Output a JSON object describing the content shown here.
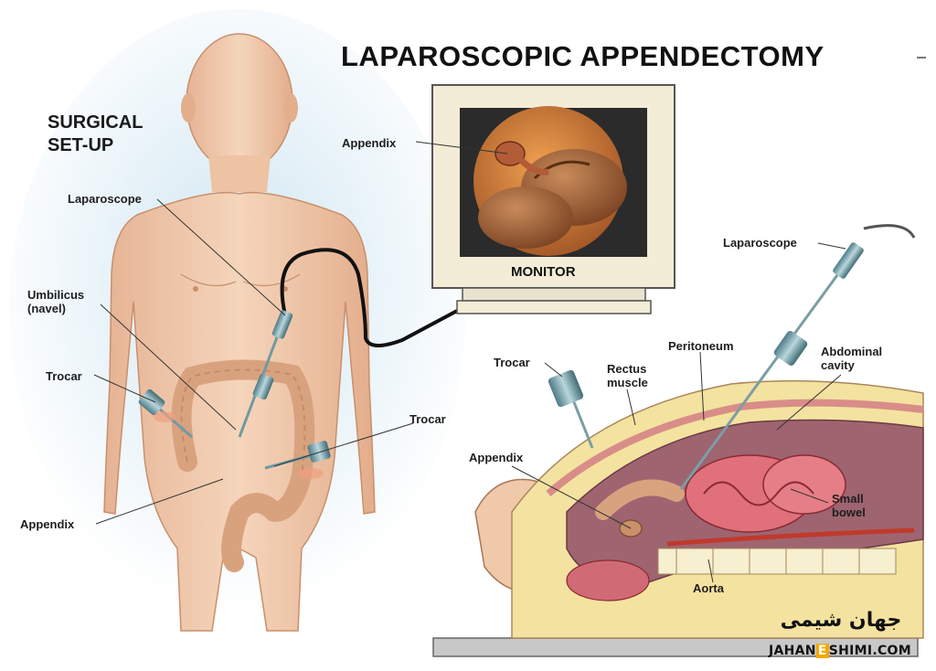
{
  "title": "LAPAROSCOPIC APPENDECTOMY",
  "subtitle": "SURGICAL\nSET-UP",
  "monitor": {
    "label": "MONITOR",
    "appendix_label": "Appendix"
  },
  "body_view": {
    "laparoscope": "Laparoscope",
    "umbilicus": "Umbilicus\n(navel)",
    "trocar_left": "Trocar",
    "trocar_right": "Trocar",
    "appendix": "Appendix"
  },
  "section_view": {
    "laparoscope": "Laparoscope",
    "trocar": "Trocar",
    "rectus": "Rectus\nmuscle",
    "peritoneum": "Peritoneum",
    "abdominal_cavity": "Abdominal\ncavity",
    "appendix": "Appendix",
    "small_bowel": "Small\nbowel",
    "aorta": "Aorta"
  },
  "watermark": {
    "arabic": "جهان شیمی",
    "pre": "JAHAN",
    "e": "E",
    "post": "SHIMI.COM"
  },
  "colors": {
    "skin": "#f2cdb0",
    "skin_shadow": "#e3ae8c",
    "colon": "#dcae8e",
    "background_glow": "#cfe6f2",
    "section_fat": "#f4e2a0",
    "peritoneal_cavity": "#9e6470",
    "bowel": "#e0707a",
    "monitor_frame": "#f3ecd6",
    "accent": "#f5a800"
  }
}
